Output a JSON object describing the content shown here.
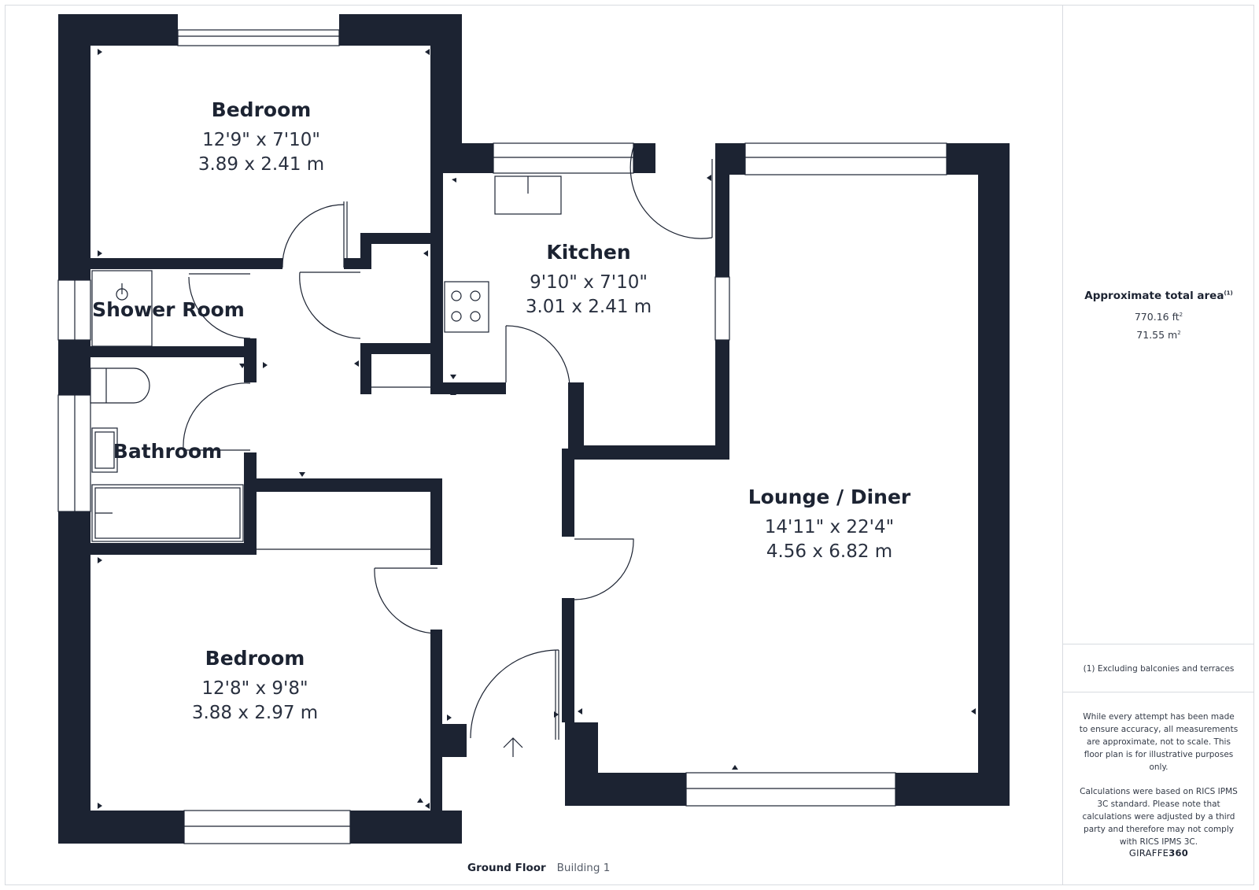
{
  "plan": {
    "rooms": [
      {
        "name": "Bedroom",
        "imperial": "12'9\" x 7'10\"",
        "metric": "3.89 x 2.41 m"
      },
      {
        "name": "Kitchen",
        "imperial": "9'10\" x 7'10\"",
        "metric": "3.01 x 2.41 m"
      },
      {
        "name": "Shower Room"
      },
      {
        "name": "Bathroom"
      },
      {
        "name": "Lounge / Diner",
        "imperial": "14'11\" x 22'4\"",
        "metric": "4.56 x 6.82 m"
      },
      {
        "name": "Bedroom",
        "imperial": "12'8\" x 9'8\"",
        "metric": "3.88 x 2.97 m"
      }
    ],
    "wall_color": "#1c2332",
    "floor_label": "Ground Floor",
    "building_label": "Building 1"
  },
  "sidebar": {
    "area_title": "Approximate total area",
    "area_note_marker": "(1)",
    "area_ft": "770.16 ft",
    "area_m": "71.55 m",
    "sq_mark": "2",
    "footnote": "(1) Excluding balconies and terraces",
    "disclaimer_1": "While every attempt has been made to ensure accuracy, all measurements are approximate, not to scale. This floor plan is for illustrative purposes only.",
    "disclaimer_2": "Calculations were based on RICS IPMS 3C standard. Please note that calculations were adjusted by a third party and therefore may not comply with RICS IPMS 3C.",
    "brand_prefix": "GIRAFFE",
    "brand_suffix": "360"
  }
}
